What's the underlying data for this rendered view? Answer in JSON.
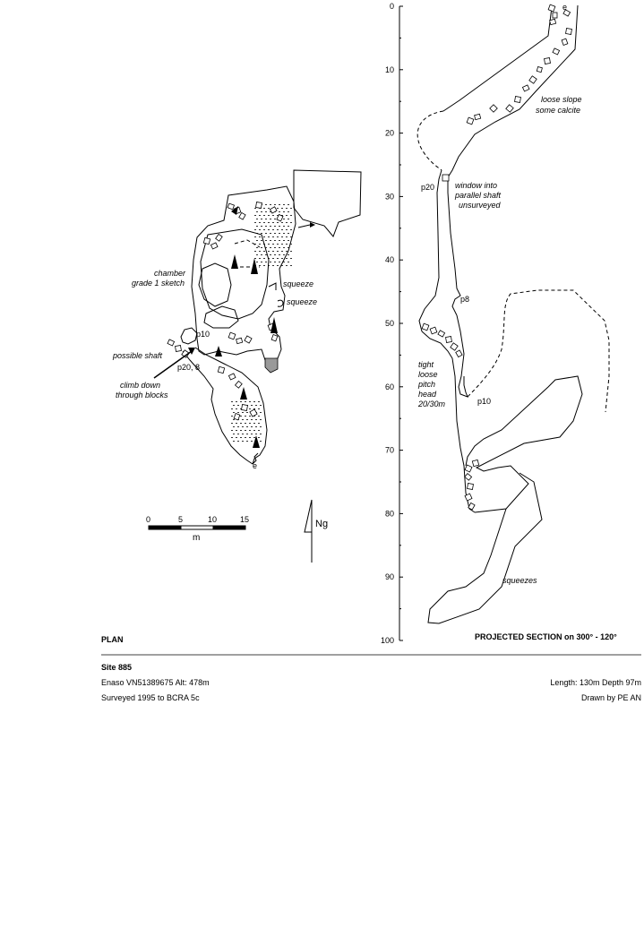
{
  "plan": {
    "title": "PLAN",
    "labels": {
      "chamber": "chamber",
      "grade": "grade 1 sketch",
      "squeeze1": "squeeze",
      "squeeze2": "squeeze",
      "p10": "p10",
      "possible_shaft": "possible shaft",
      "p20_8": "p20, 8",
      "climb_down": "climb down",
      "through_blocks": "through blocks",
      "entrance": "e"
    },
    "scale": {
      "ticks": [
        "0",
        "5",
        "10",
        "15"
      ],
      "unit": "m"
    },
    "north": "Ng"
  },
  "section": {
    "title": "PROJECTED SECTION on 300° - 120°",
    "depth_ticks": [
      "0",
      "10",
      "20",
      "30",
      "40",
      "50",
      "60",
      "70",
      "80",
      "90",
      "100"
    ],
    "labels": {
      "entrance": "e",
      "loose_slope": "loose slope",
      "some_calcite": "some calcite",
      "window_into": "window into",
      "parallel_shaft": "parallel shaft",
      "unsurveyed": "unsurveyed",
      "p20": "p20",
      "p8": "p8",
      "tight": "tight",
      "loose": "loose",
      "pitch": "pitch",
      "head": "head",
      "depth_range": "20/30m",
      "p10": "p10",
      "squeezes": "squeezes"
    }
  },
  "footer": {
    "site": "Site 885",
    "location": "Enaso  VN51389675  Alt: 478m",
    "survey": "Surveyed 1995 to BCRA 5c",
    "length_depth": "Length: 130m  Depth 97m",
    "drawn_by": "Drawn by PE AN"
  }
}
